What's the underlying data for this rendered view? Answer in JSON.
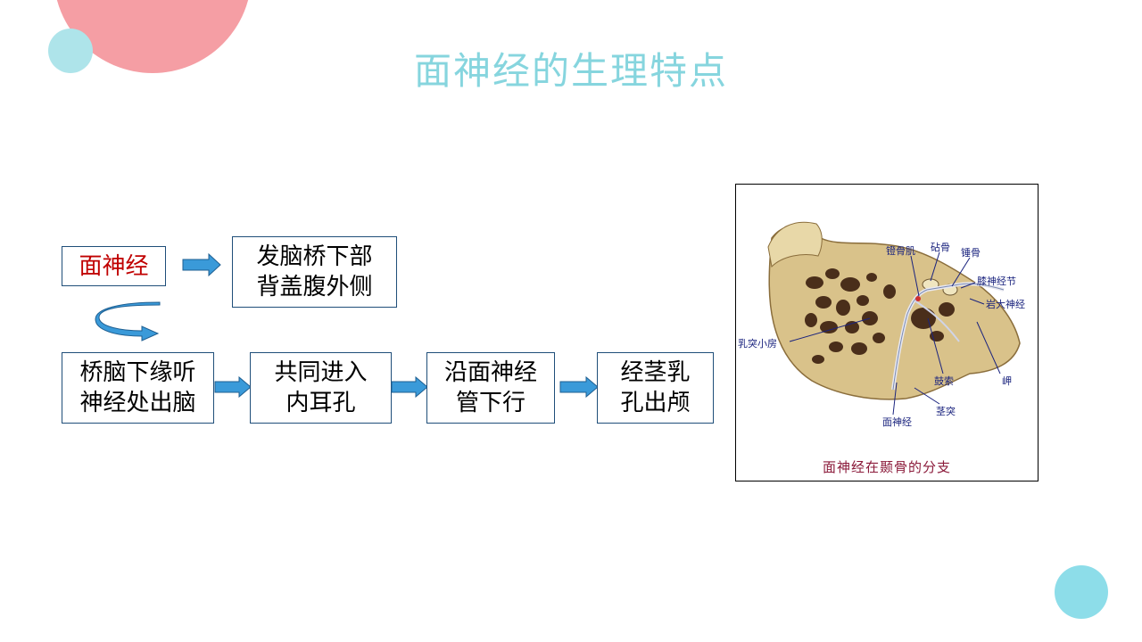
{
  "title": "面神经的生理特点",
  "boxes": {
    "start": "面神经",
    "origin_l1": "发脑桥下部",
    "origin_l2": "背盖腹外侧",
    "b1_l1": "桥脑下缘听",
    "b1_l2": "神经处出脑",
    "b2_l1": "共同进入",
    "b2_l2": "内耳孔",
    "b3_l1": "沿面神经",
    "b3_l2": "管下行",
    "b4_l1": "经茎乳",
    "b4_l2": "孔出颅"
  },
  "figure": {
    "caption": "面神经在颞骨的分支",
    "labels": {
      "stapedius": "镫骨肌",
      "incus": "砧骨",
      "malleus": "锤骨",
      "geniculate": "膝神经节",
      "petrosal": "岩大神经",
      "mastoid_cells": "乳突小房",
      "chorda": "鼓索",
      "promontory": "岬",
      "styloid": "茎突",
      "facial_nerve": "面神经"
    }
  },
  "colors": {
    "title": "#86d5de",
    "start_text": "#c00000",
    "box_border": "#1f4e79",
    "arrow": "#3a9ad9",
    "deco_pink": "#f59ea4",
    "deco_cyan": "#8fdde8",
    "caption": "#8b1a3a"
  }
}
